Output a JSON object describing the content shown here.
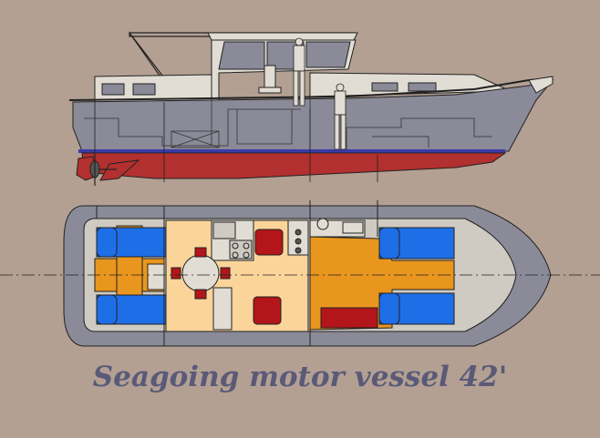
{
  "caption": "Seagoing motor vessel 42'",
  "colors": {
    "background": "#b3a093",
    "hull_grey": "#8a8a98",
    "bottom_red": "#b2302f",
    "waterline_blue": "#3a3aa8",
    "superstructure": "#e2ddd4",
    "deck_grey": "#cfcac2",
    "cabin_floor": "#fbd49a",
    "sole_orange": "#e8961e",
    "berth_blue": "#1e6ee8",
    "seat_red": "#b2151a",
    "window_grey": "#8a8a98"
  },
  "views": {
    "profile": "side-profile-view",
    "plan": "deck-plan-view"
  }
}
